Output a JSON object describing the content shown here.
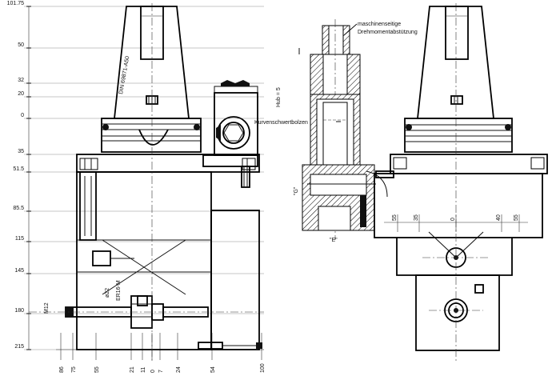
{
  "left_view": {
    "vertical_dims": [
      "101.75",
      "50",
      "32",
      "20",
      "0",
      "35",
      "51.5",
      "85.5",
      "115",
      "145",
      "180",
      "215"
    ],
    "horizontal_dims": [
      "86",
      "75",
      "55",
      "21",
      "11",
      "0",
      "7",
      "24",
      "54",
      "100"
    ],
    "taper_label": "DIN 69871-A50",
    "thread_label": "ER16-M",
    "diameter_label": "ø22",
    "size_label": "M12",
    "stroke_label": "Hub = 5"
  },
  "center_view": {
    "callout_1": "maschinenseitige",
    "callout_2": "Drehmomentabstützung",
    "callout_3": "Kurvenschwertbolzen",
    "section_g": "\"G\"",
    "section_e": "\"E\""
  },
  "right_view": {
    "horizontal_dims": [
      "55",
      "35",
      "0",
      "40",
      "55"
    ]
  }
}
